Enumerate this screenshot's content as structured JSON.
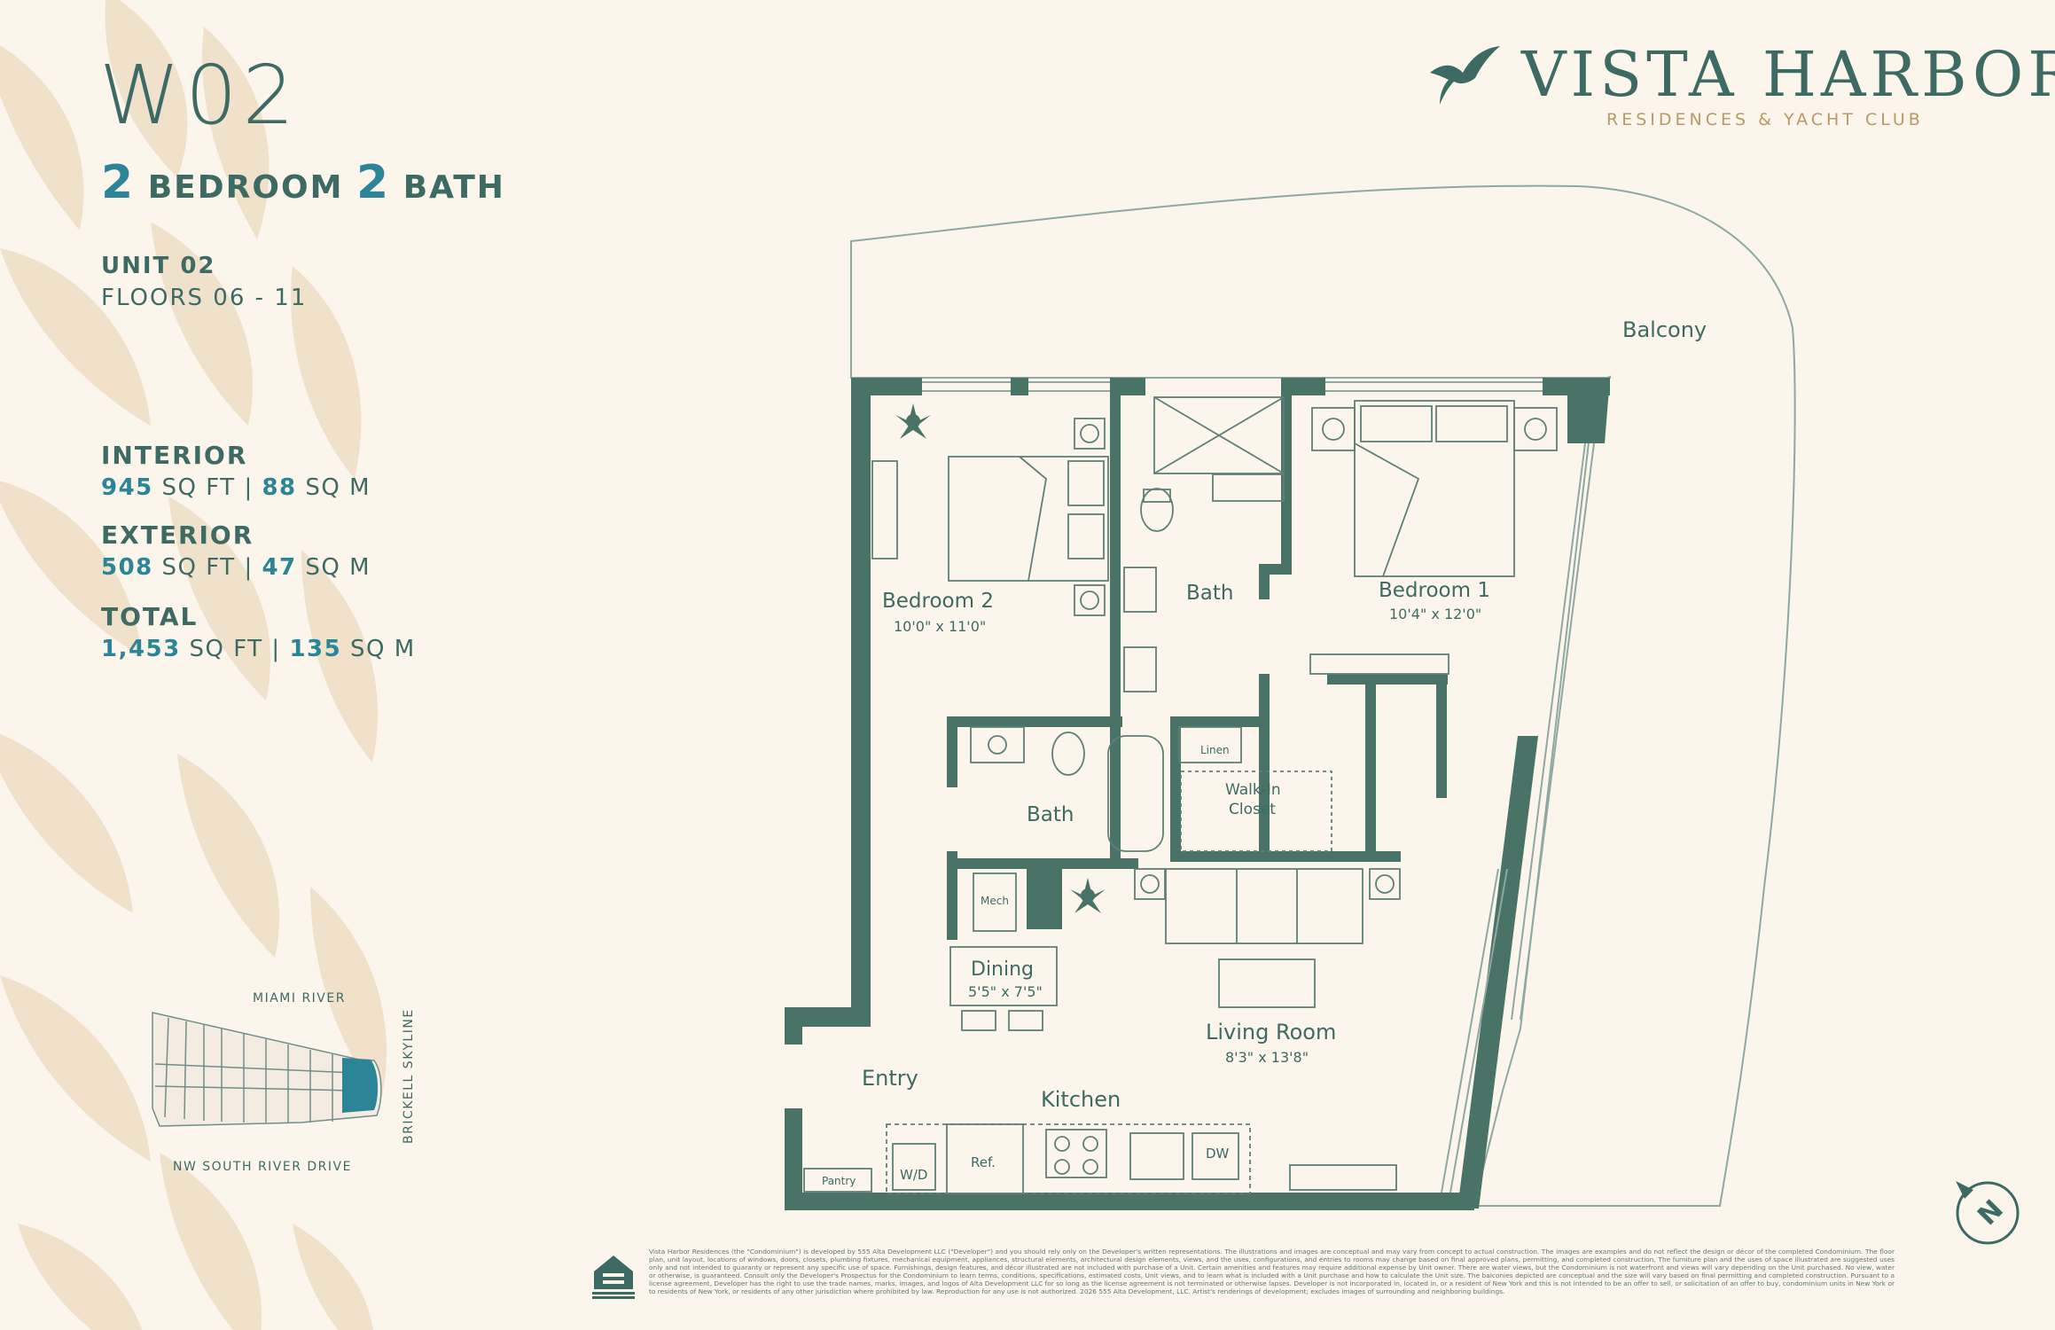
{
  "unit": {
    "code": "W02",
    "beds_num": "2",
    "beds_label": "BEDROOM",
    "baths_num": "2",
    "baths_label": "BATH",
    "unit_label": "UNIT 02",
    "floors": "FLOORS 06 - 11"
  },
  "areas": {
    "interior": {
      "label": "INTERIOR",
      "sqft": "945",
      "sqft_unit": "SQ FT",
      "sqm": "88",
      "sqm_unit": "SQ M"
    },
    "exterior": {
      "label": "EXTERIOR",
      "sqft": "508",
      "sqft_unit": "SQ FT",
      "sqm": "47",
      "sqm_unit": "SQ M"
    },
    "total": {
      "label": "TOTAL",
      "sqft": "1,453",
      "sqft_unit": "SQ FT",
      "sqm": "135",
      "sqm_unit": "SQ M"
    },
    "separator": "|"
  },
  "logo": {
    "name": "VISTA HARBOR",
    "subtitle": "RESIDENCES & YACHT CLUB"
  },
  "rooms": {
    "balcony": "Balcony",
    "bedroom2": {
      "name": "Bedroom 2",
      "size": "10'0\" x 11'0\""
    },
    "bath_master": "Bath",
    "bedroom1": {
      "name": "Bedroom 1",
      "size": "10'4\" x 12'0\""
    },
    "linen": "Linen",
    "walkin_1": "Walk-In",
    "walkin_2": "Closet",
    "bath2": "Bath",
    "mech": "Mech",
    "dining": {
      "name": "Dining",
      "size": "5'5\" x 7'5\""
    },
    "living": {
      "name": "Living Room",
      "size": "8'3\" x 13'8\""
    },
    "entry": "Entry",
    "kitchen": "Kitchen",
    "pantry": "Pantry",
    "wd": "W/D",
    "ref": "Ref.",
    "dw": "DW"
  },
  "keymap": {
    "top": "MIAMI RIVER",
    "bottom": "NW SOUTH RIVER DRIVE",
    "right": "BRICKELL SKYLINE"
  },
  "compass": "N",
  "disclaimer": "Vista Harbor Residences (the \"Condominium\") is developed by 555 Alta Development LLC (\"Developer\") and you should rely only on the Developer's written representations. The illustrations and images are conceptual and may vary from concept to actual construction. The images are examples and do not reflect the design or décor of the completed Condominium. The floor plan, unit layout, locations of windows, doors, closets, plumbing fixtures, mechanical equipment, appliances, structural elements, architectural design elements, views, and the uses, configurations, and entries to rooms may change based on final approved plans, permitting, and completed construction. The furniture plan and the uses of space illustrated are suggested uses only and not intended to guaranty or represent any specific use of space. Furnishings, design features, and décor illustrated are not included with purchase of a Unit. Certain amenities and features may require additional expense by Unit owner. There are water views, but the Condominium is not waterfront and views will vary depending on the Unit purchased. No view, water or otherwise, is guaranteed. Consult only the Developer's Prospectus for the Condominium to learn terms, conditions, specifications, estimated costs, Unit views, and to learn what is included with a Unit purchase and how to calculate the Unit size. The balconies depicted are conceptual and the size will vary based on final permitting and completed construction. Pursuant to a license agreement, Developer has the right to use the trade names, marks, images, and logos of Alta Development LLC for so long as the license agreement is not terminated or otherwise lapses. Developer is not incorporated in, located in, or a resident of New York and this is not intended to be an offer to sell, or solicitation of an offer to buy, condominium units in New York or to residents of New York, or residents of any other jurisdiction where prohibited by law. Reproduction for any use is not authorized. 2026 555 Alta Development, LLC. Artist's renderings of development; excludes images of surrounding and neighboring buildings.",
  "colors": {
    "wall": "#4a7368",
    "teal": "#2b8497",
    "gold": "#b99964",
    "background": "#fcf5ec"
  }
}
